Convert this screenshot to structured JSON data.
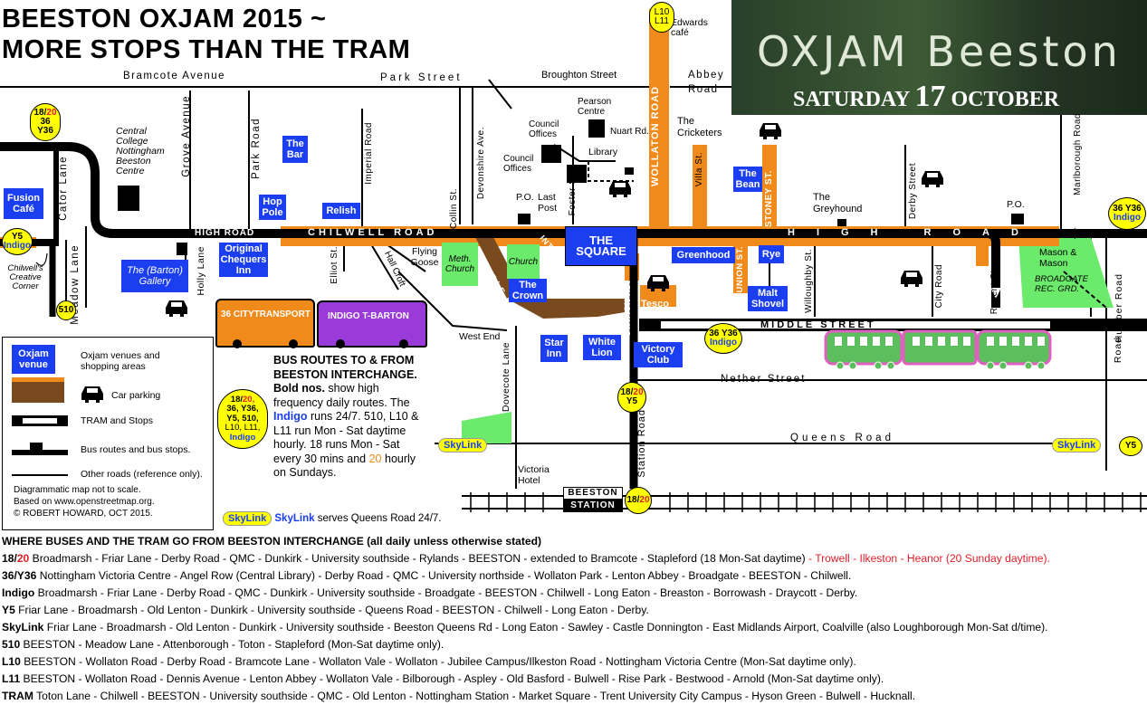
{
  "title_line1": "BEESTON OXJAM 2015 ~",
  "title_line2": "MORE STOPS THAN THE TRAM",
  "banner": {
    "name": "OXJAM Beeston",
    "date_prefix": "SATURDAY",
    "date_num": "17",
    "date_month": "OCTOBER"
  },
  "streets": {
    "bramcote": "Bramcote Avenue",
    "park_street": "Park Street",
    "broughton": "Broughton Street",
    "abbey_road": "Abbey Road",
    "high_road_w": "HIGH ROAD",
    "chilwell_road": "CHILWELL ROAD",
    "high_road_e": "HIGH ROAD",
    "middle_street_e": "MIDDLE STREET",
    "middle_street_w": "MIDDLE STREET",
    "nether": "Nether Street",
    "queens": "Queens Road",
    "west_end": "West End",
    "cator": "Cator Lane",
    "meadow": "Meadow Lane",
    "holly": "Holly Lane",
    "grove": "Grove Avenue",
    "park_road": "Park Road",
    "imperial": "Imperial Road",
    "devonshire": "Devonshire Ave.",
    "collin": "Collin St.",
    "elliot": "Elliot St.",
    "hall_croft": "Hall Croft",
    "foster": "Foster St.",
    "wollaton": "WOLLATON ROAD",
    "villa": "Villa St.",
    "stoney": "STONEY ST.",
    "union": "UNION ST.",
    "willoughby": "Willoughby St.",
    "derby": "Derby Street",
    "city": "City Road",
    "regent": "Regent St.",
    "marlborough": "Marlborough Road",
    "humber": "Humber Road",
    "dovecote": "Dovecote Lane",
    "station_road": "Station Road",
    "station_rd": "STATION RD.",
    "interchange": "INTER-CHANGE",
    "nuart": "Nuart Rd."
  },
  "places": {
    "central_college": "Central College Nottingham Beeston Centre",
    "council_offices_1": "Council Offices",
    "council_offices_2": "Council Offices",
    "pearson": "Pearson Centre",
    "library": "Library",
    "edwards": "Edwards café",
    "cricketers": "The Cricketers",
    "greyhound": "The Greyhound",
    "flying_goose": "Flying Goose",
    "meth_church": "Meth. Church",
    "church": "Church",
    "last_post": "Last Post",
    "po1": "P.O.",
    "po2": "P.O.",
    "tesco": "Tesco",
    "victoria_hotel": "Victoria Hotel",
    "chilwell_corner": "Chilwell's Creative Corner",
    "mason": "Mason & Mason",
    "broadgate": "BROADGATE REC. GRD.",
    "beeston_station_1": "BEESTON",
    "beeston_station_2": "STATION",
    "the_square": "THE SQUARE"
  },
  "venues": {
    "fusion": "Fusion Café",
    "the_bar": "The Bar",
    "hop_pole": "Hop Pole",
    "relish": "Relish",
    "chequers": "Original Chequers Inn",
    "barton_gallery": "The (Barton) Gallery",
    "the_crown": "The Crown",
    "star_inn": "Star Inn",
    "white_lion": "White Lion",
    "victory": "Victory Club",
    "greenhood": "Greenhood",
    "rye": "Rye",
    "the_bean": "The Bean",
    "malt_shovel": "Malt Shovel"
  },
  "stops": {
    "nw": {
      "l1": "18/",
      "l1b": "20",
      "l2": "36",
      "l3": "Y36"
    },
    "y5_w": {
      "l1": "Y5",
      "l2": "Indigo"
    },
    "s510": "510",
    "l10l11": {
      "l1": "L10",
      "l2": "L11"
    },
    "mid": {
      "l1": "36 Y36",
      "l2": "Indigo"
    },
    "east": {
      "l1": "36 Y36",
      "l2": "Indigo"
    },
    "station_top": {
      "l1": "18/",
      "l1b": "20",
      "l2": "Y5"
    },
    "station_bottom": {
      "l1": "18/",
      "l1b": "20"
    },
    "y5_e": "Y5",
    "skylink_w": "SkyLink",
    "skylink_e": "SkyLink"
  },
  "buses": {
    "citytransport": "36 CITYTRANSPORT",
    "indigo": "INDIGO T-BARTON"
  },
  "legend": {
    "venue_swatch": "Oxjam venue",
    "venues": "Oxjam venues and shopping areas",
    "parking": "Car parking",
    "tram": "TRAM and Stops",
    "bus": "Bus routes and bus stops.",
    "other": "Other roads (reference only).",
    "note1": "Diagrammatic map not to scale.",
    "note2": "Based on www.openstreetmap.org.",
    "note3": "© ROBERT HOWARD, OCT 2015."
  },
  "info": {
    "heading": "BUS ROUTES TO & FROM BEESTON INTERCHANGE.",
    "bold": "Bold nos.",
    "t1": " show high frequency daily routes. The ",
    "indigo": "Indigo",
    "t2": " runs 24/7. 510, L10 & L11 run Mon - Sat daytime hourly.   18 runs Mon - Sat every 30 mins and ",
    "twenty": "20",
    "t3": " hourly on Sundays.",
    "badge": {
      "l1": "18/",
      "l1b": "20,",
      "l2": "36, Y36,",
      "l3": "Y5, 510,",
      "l4": "L10, L11,",
      "l5": "Indigo"
    },
    "skylink_badge": "SkyLink",
    "skylink_word": "SkyLink",
    "skylink_text": " serves Queens Road 24/7."
  },
  "routes_heading": "WHERE BUSES AND THE TRAM GO FROM BEESTON INTERCHANGE (all daily unless otherwise stated)",
  "routes": [
    {
      "num": "18/",
      "num2": "20",
      "text": " Broadmarsh - Friar Lane - Derby Road - QMC - Dunkirk - University southside - Rylands - BEESTON - extended to Bramcote - Stapleford (18 Mon-Sat daytime)",
      "red": " - Trowell - Ilkeston - Heanor (20 Sunday daytime)."
    },
    {
      "num": "36/Y36",
      "text": " Nottingham Victoria Centre - Angel Row (Central Library) - Derby Road - QMC - University northside - Wollaton Park - Lenton Abbey - Broadgate - BEESTON - Chilwell."
    },
    {
      "num": "Indigo",
      "text": " Broadmarsh - Friar Lane - Derby Road - QMC - Dunkirk - University southside - Broadgate - BEESTON - Chilwell - Long Eaton - Breaston - Borrowash - Draycott - Derby."
    },
    {
      "num": "Y5",
      "text": " Friar Lane - Broadmarsh - Old Lenton - Dunkirk - University southside - Queens Road - BEESTON - Chilwell - Long Eaton - Derby."
    },
    {
      "num": "SkyLink",
      "text": " Friar Lane - Broadmarsh - Old Lenton - Dunkirk - University southside - Beeston Queens Rd - Long Eaton - Sawley - Castle Donnington - East Midlands Airport, Coalville (also Loughborough Mon-Sat d/time)."
    },
    {
      "num": "510",
      "text": " BEESTON - Meadow Lane - Attenborough - Toton - Stapleford (Mon-Sat daytime only)."
    },
    {
      "num": "L10",
      "text": " BEESTON - Wollaton Road - Derby Road - Bramcote Lane - Wollaton Vale - Wollaton - Jubilee Campus/Ilkeston Road - Nottingham Victoria Centre (Mon-Sat daytime only)."
    },
    {
      "num": "L11",
      "text": " BEESTON - Wollaton Road - Dennis Avenue - Lenton Abbey - Wollaton Vale - Bilborough - Aspley - Old Basford - Bulwell - Rise Park - Bestwood - Arnold (Mon-Sat daytime only)."
    },
    {
      "num": "TRAM",
      "text": " Toton Lane - Chilwell - BEESTON - University southside - QMC - Old Lenton - Nottingham Station - Market Square - Trent University City Campus - Hyson Green - Bulwell - Hucknall."
    }
  ],
  "colors": {
    "venue": "#1a3ef0",
    "shopping": "#f08a1a",
    "road": "#000000",
    "stop": "#ffff00",
    "green": "#6bea6b",
    "tram": "#e060c0",
    "route_red": "#e0202a"
  }
}
